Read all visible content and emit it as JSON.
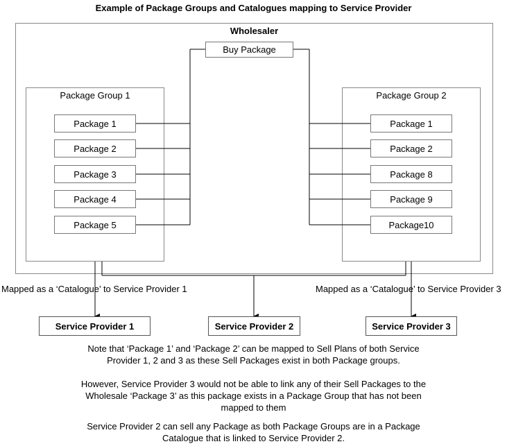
{
  "title": "Example of Package Groups and Catalogues mapping to Service Provider",
  "wholesaler": {
    "label": "Wholesaler"
  },
  "buy_package": {
    "label": "Buy Package"
  },
  "group1": {
    "label": "Package Group 1",
    "packages": [
      "Package 1",
      "Package 2",
      "Package 3",
      "Package 4",
      "Package 5"
    ]
  },
  "group2": {
    "label": "Package Group 2",
    "packages": [
      "Package 1",
      "Package 2",
      "Package 8",
      "Package 9",
      "Package10"
    ]
  },
  "mapping_labels": {
    "left": "Mapped as a ‘Catalogue’ to Service Provider 1",
    "right": "Mapped as a ‘Catalogue’ to Service Provider 3"
  },
  "service_providers": [
    "Service Provider 1",
    "Service Provider 2",
    "Service Provider 3"
  ],
  "notes": {
    "note1_line1": "Note that ‘Package 1’ and ‘Package 2’ can be mapped to Sell Plans of both Service",
    "note1_line2": "Provider 1, 2 and 3 as these Sell Packages exist in both Package groups.",
    "note2_line1": "However, Service Provider 3 would not be able to link any of their Sell Packages to the",
    "note2_line2": "Wholesale ‘Package 3’ as this package exists in a Package Group that has not been",
    "note2_line3": "mapped to them",
    "note3_line1": "Service Provider 2 can sell any Package as both Package Groups are in a Package",
    "note3_line2": "Catalogue that is linked to Service Provider 2."
  }
}
